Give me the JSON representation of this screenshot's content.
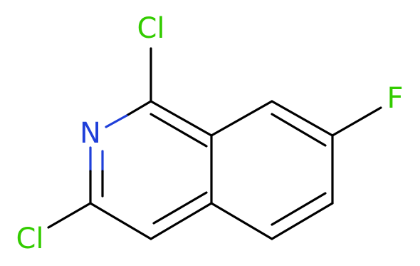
{
  "atoms": {
    "cl1": {
      "label": "Cl",
      "color": "#33cc00"
    },
    "cl3": {
      "label": "Cl",
      "color": "#33cc00"
    },
    "n": {
      "label": "N",
      "color": "#1f3fd9"
    },
    "f": {
      "label": "F",
      "color": "#33cc00"
    }
  },
  "colors": {
    "bond": "#000000",
    "background": "#ffffff"
  }
}
